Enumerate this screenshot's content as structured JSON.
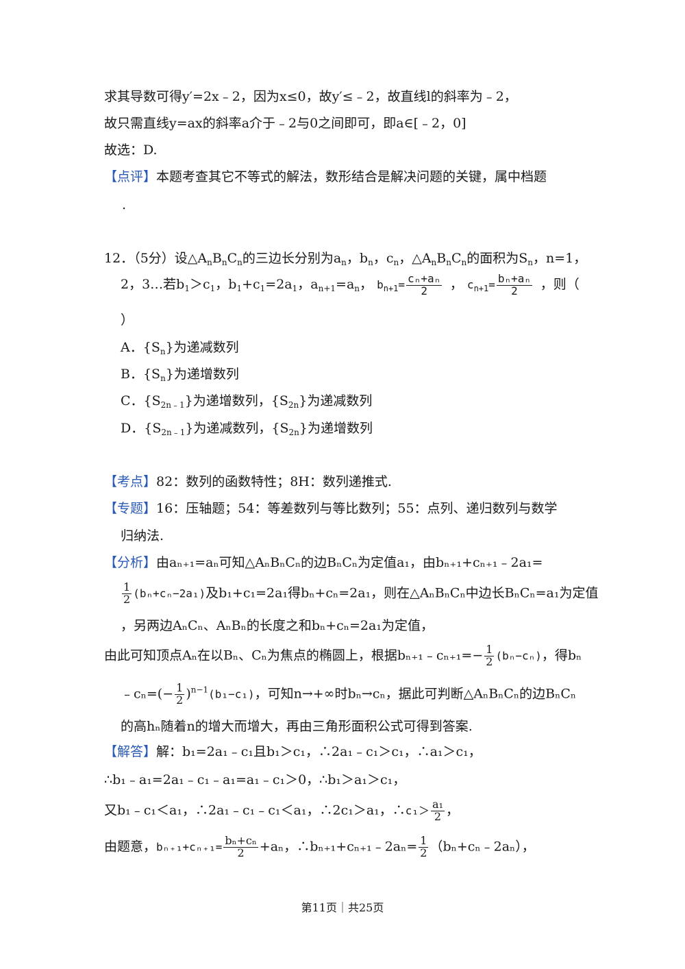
{
  "top": {
    "l1": "求其导数可得y′=2x﹣2，因为x≤0，故y′≤﹣2，故直线l的斜率为﹣2，",
    "l2": "故只需直线y=ax的斜率a介于﹣2与0之间即可，即a∈[﹣2，0]",
    "l3": "故选：D.",
    "review_tag": "【点评】",
    "review_text": "本题考查其它不等式的解法，数形结合是解决问题的关键，属中档题",
    "review_tail": "."
  },
  "q12": {
    "num": "12．",
    "score": "（5分）",
    "s1": "设△A",
    "s2": "B",
    "s3": "C",
    "s4": "的三边长分别为a",
    "s5": "，b",
    "s6": "，c",
    "s7": "，△A",
    "s8": "B",
    "s9": "C",
    "s10": "的面积为S",
    "s11": "，n=1，",
    "sub_n": "n",
    "sub_1": "1",
    "sub_np1": "n+1",
    "l2_a": "2，3…若b",
    "l2_b": "＞c",
    "l2_c": "，b",
    "l2_d": "+c",
    "l2_e": "=2a",
    "l2_f": "，a",
    "l2_g": "=a",
    "l2_h": "，",
    "l2_i": "，",
    "l2_j": "，则（",
    "b_lhs": "b",
    "c_lhs": "c",
    "frac1_num": "cₙ+aₙ",
    "frac2_num": "bₙ+aₙ",
    "frac_den": "2",
    "close_paren": "）",
    "options": [
      {
        "label": "A．",
        "pre": "{S",
        "sub": "n",
        "post": "}为递减数列"
      },
      {
        "label": "B．",
        "pre": "{S",
        "sub": "n",
        "post": "}为递增数列"
      },
      {
        "label": "C．",
        "pre": "{S",
        "sub": "2n﹣1",
        "post": "}为递增数列，{S",
        "sub2": "2n",
        "post2": "}为递减数列"
      },
      {
        "label": "D．",
        "pre": "{S",
        "sub": "2n﹣1",
        "post": "}为递减数列，{S",
        "sub2": "2n",
        "post2": "}为递增数列"
      }
    ]
  },
  "kaodian": {
    "tag": "【考点】",
    "text": "82：数列的函数特性；8H：数列递推式."
  },
  "zhuanti": {
    "tag": "【专题】",
    "text1": "16：压轴题；54：等差数列与等比数列；55：点列、递归数列与数学",
    "text2": "归纳法."
  },
  "fenxi": {
    "tag": "【分析】",
    "l1": "由aₙ₊₁=aₙ可知△AₙBₙCₙ的边BₙCₙ为定值a₁，由bₙ₊₁+cₙ₊₁﹣2a₁=",
    "l2_frac_num": "1",
    "l2_frac_den": "2",
    "l2_paren": "(bₙ+cₙ−2a₁)",
    "l2_text": "及b₁+c₁=2a₁得bₙ+cₙ=2a₁，则在△AₙBₙCₙ中边长BₙCₙ=a₁为定值",
    "l3": "，另两边AₙCₙ、AₙBₙ的长度之和bₙ+cₙ=2a₁为定值，",
    "l4_a": "由此可知顶点Aₙ在以Bₙ、Cₙ为焦点的椭圆上，根据bₙ₊₁﹣cₙ₊₁=−",
    "l4_paren": "(bₙ−cₙ)",
    "l4_b": "，得bₙ",
    "l5_a": "﹣cₙ=(−",
    "l5_sup": "n−1",
    "l5_paren": "(b₁−c₁)",
    "l5_b": "，可知n→+∞时bₙ→cₙ，据此可判断△AₙBₙCₙ的边BₙCₙ",
    "l6": "的高hₙ随着n的增大而增大，再由三角形面积公式可得到答案."
  },
  "jieda": {
    "tag": "【解答】",
    "l1": "解：b₁=2a₁﹣c₁且b₁＞c₁，∴2a₁﹣c₁＞c₁，∴a₁＞c₁，",
    "l2": "∴b₁﹣a₁=2a₁﹣c₁﹣a₁=a₁﹣c₁＞0，∴b₁＞a₁＞c₁，",
    "l3_a": "又b₁﹣c₁＜a₁，∴2a₁﹣c₁﹣c₁＜a₁，∴2c₁＞a₁，∴",
    "l3_c": "c₁＞",
    "l3_frac_num": "a₁",
    "l3_b": "，",
    "l4_a": "由题意，",
    "l4_lhs": "bₙ₊₁+cₙ₊₁=",
    "l4_frac_num": "bₙ+cₙ",
    "l4_b": "+aₙ，∴bₙ₊₁+cₙ₊₁﹣2aₙ=",
    "l4_c": "（bₙ+cₙ﹣2aₙ），"
  },
  "footer": "第11页｜共25页"
}
